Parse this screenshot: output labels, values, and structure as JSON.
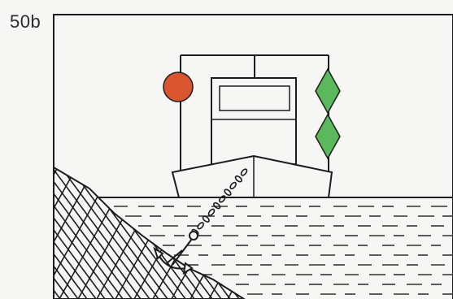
{
  "figure": {
    "label": "50b"
  },
  "colors": {
    "paper": "#f6f6f4",
    "line": "#1c1c1c",
    "ball_shape": "#d8552f",
    "diamond_shapes": "#5cb85c"
  },
  "shapes": {
    "day_signal": [
      "red-ball",
      "green-diamond",
      "green-diamond"
    ]
  }
}
